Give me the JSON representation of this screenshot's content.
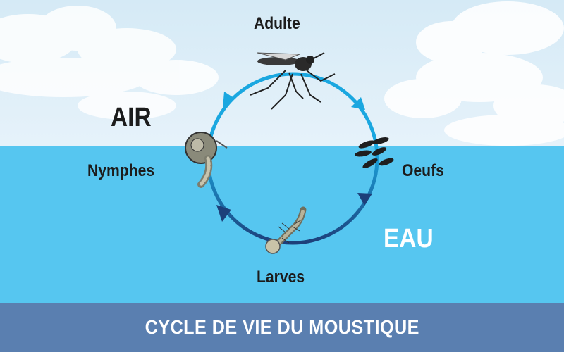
{
  "title": "CYCLE DE VIE DU MOUSTIQUE",
  "zones": {
    "air": "AIR",
    "water": "EAU"
  },
  "stages": [
    {
      "id": "adult",
      "label": "Adulte",
      "icon": "mosquito-icon"
    },
    {
      "id": "eggs",
      "label": "Oeufs",
      "icon": "eggs-icon"
    },
    {
      "id": "larvae",
      "label": "Larves",
      "icon": "larva-icon"
    },
    {
      "id": "pupae",
      "label": "Nymphes",
      "icon": "pupa-icon"
    }
  ],
  "colors": {
    "sky": "#d9ecf7",
    "water": "#56c6f0",
    "banner": "#5a7fb0",
    "cycle_air": "#1aa7e0",
    "cycle_water": "#1d3f7a",
    "text_dark": "#1c1c1c",
    "text_light": "#ffffff"
  }
}
